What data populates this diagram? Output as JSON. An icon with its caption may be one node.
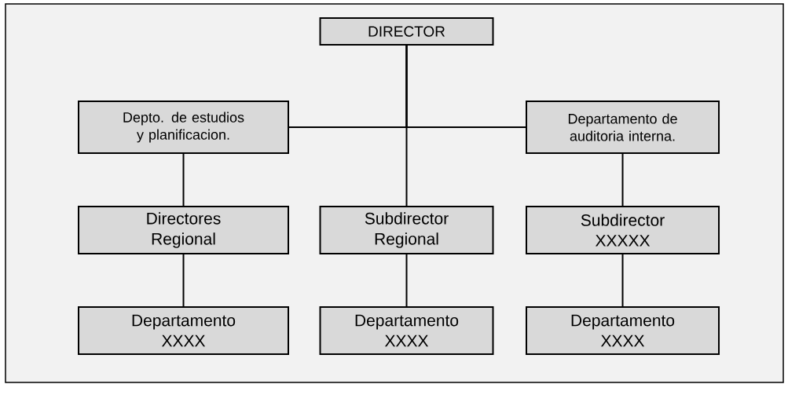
{
  "diagram": {
    "nodes": [
      {
        "text": [
          "DIRECTOR"
        ]
      },
      {
        "text": [
          "Depto. de estudios y planificacion."
        ]
      },
      {
        "text": [
          "Departamento de auditoria interna."
        ]
      },
      {
        "text": [
          "Directores Regional"
        ]
      },
      {
        "text": [
          "Subdirector Regional"
        ]
      },
      {
        "text": [
          "Subdirector XXXXX"
        ]
      },
      {
        "text": [
          "Departamento XXXX"
        ]
      },
      {
        "text": [
          "Departamento XXXX"
        ]
      },
      {
        "text": [
          "Departamento XXXX"
        ]
      }
    ],
    "edges": [
      {
        "from": 0,
        "to": 1,
        "arrow": "none"
      },
      {
        "from": 0,
        "to": 2,
        "arrow": "none"
      },
      {
        "from": 0,
        "to": 4,
        "arrow": "none"
      },
      {
        "from": 1,
        "to": 3,
        "arrow": "none"
      },
      {
        "from": 2,
        "to": 5,
        "arrow": "none"
      },
      {
        "from": 3,
        "to": 6,
        "arrow": "none"
      },
      {
        "from": 4,
        "to": 7,
        "arrow": "none"
      },
      {
        "from": 5,
        "to": 8,
        "arrow": "none"
      }
    ]
  }
}
